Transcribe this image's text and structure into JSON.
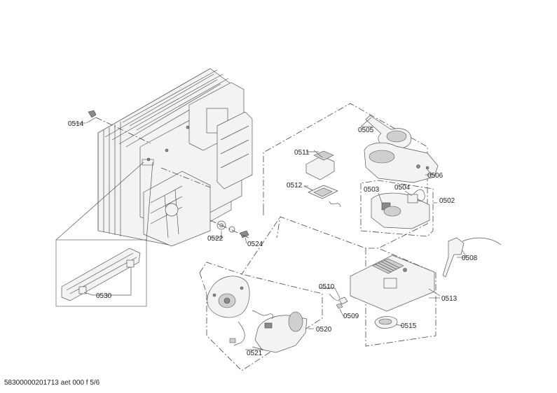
{
  "footer": "58300000201713 aet 000 f 5/6",
  "labels": {
    "p0514": "0514",
    "p0505": "0505",
    "p0511": "0511",
    "p0506": "0506",
    "p0512": "0512",
    "p0503": "0503",
    "p0504": "0504",
    "p0502": "0502",
    "p0522": "0522",
    "p0524": "0524",
    "p0508": "0508",
    "p0510": "0510",
    "p0513": "0513",
    "p0509": "0509",
    "p0530": "0530",
    "p0520": "0520",
    "p0515": "0515",
    "p0521": "0521"
  }
}
